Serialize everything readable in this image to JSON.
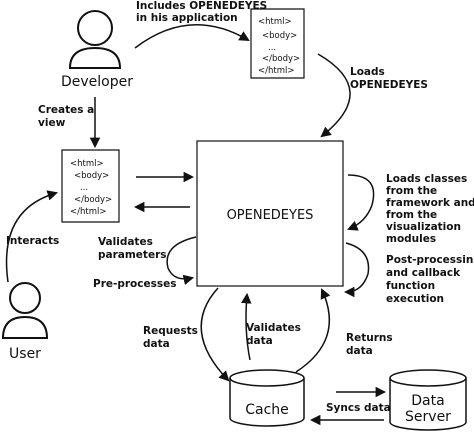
{
  "labels": {
    "includes_1": "Includes OPENEDEYES",
    "includes_2": "in his application",
    "loads_1": "Loads",
    "loads_2": "OPENEDEYES",
    "creates_1": "Creates a",
    "creates_2": "view",
    "interacts": "Interacts",
    "loads_classes_1": "Loads classes",
    "loads_classes_2": "from the",
    "loads_classes_3": "framework and",
    "loads_classes_4": "from the",
    "loads_classes_5": "visualization",
    "loads_classes_6": "modules",
    "validates_params_1": "Validates",
    "validates_params_2": "parameters",
    "preprocesses": "Pre-processes",
    "postproc_1": "Post-processing",
    "postproc_2": "and callback",
    "postproc_3": "function",
    "postproc_4": "execution",
    "requests_1": "Requests",
    "requests_2": "data",
    "validates_data_1": "Validates",
    "validates_data_2": "data",
    "returns_1": "Returns",
    "returns_2": "data",
    "syncs": "Syncs data"
  },
  "actors": {
    "developer": "Developer",
    "user": "User"
  },
  "core_label": "OPENEDEYES",
  "stores": {
    "cache": "Cache",
    "server_1": "Data",
    "server_2": "Server"
  },
  "doc_top": [
    "<html>",
    "<body>",
    "...",
    "</body>",
    "</html>"
  ],
  "doc_left": [
    "<html>",
    "<body>",
    "...",
    "</body>",
    "</html>"
  ]
}
